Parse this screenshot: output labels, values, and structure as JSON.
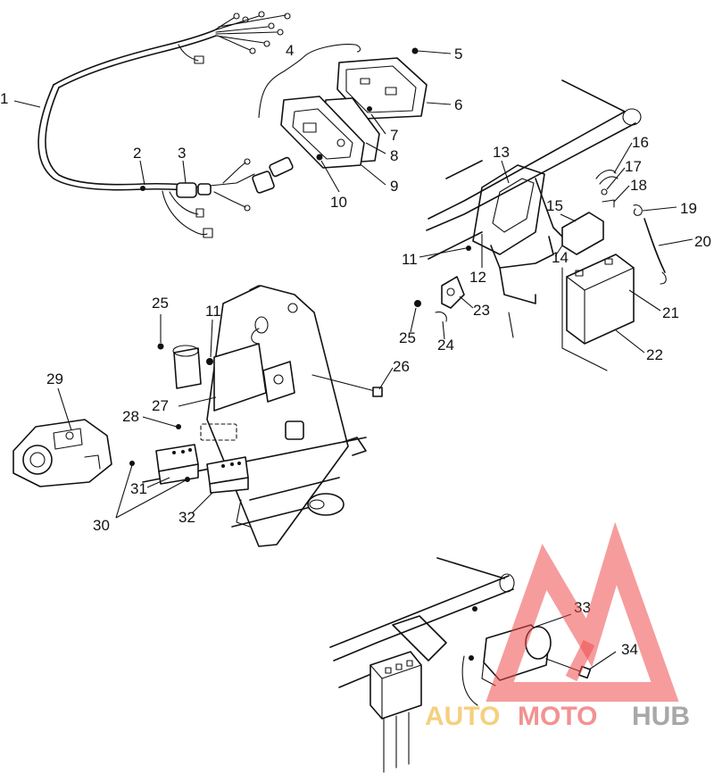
{
  "callouts": [
    "1",
    "2",
    "3",
    "4",
    "5",
    "6",
    "7",
    "8",
    "9",
    "10",
    "11",
    "12",
    "13",
    "14",
    "15",
    "16",
    "17",
    "18",
    "19",
    "20",
    "21",
    "22",
    "23",
    "24",
    "25",
    "25",
    "26",
    "27",
    "28",
    "29",
    "30",
    "31",
    "32",
    "33",
    "34",
    "11"
  ],
  "watermark": {
    "part1": "AUTO",
    "part2": "MOTO",
    "part3": "HUB",
    "color_main": "#ef4b4b",
    "color_auto": "#f4c86a",
    "color_moto": "#f08080",
    "color_hub": "#9a9a9a"
  }
}
